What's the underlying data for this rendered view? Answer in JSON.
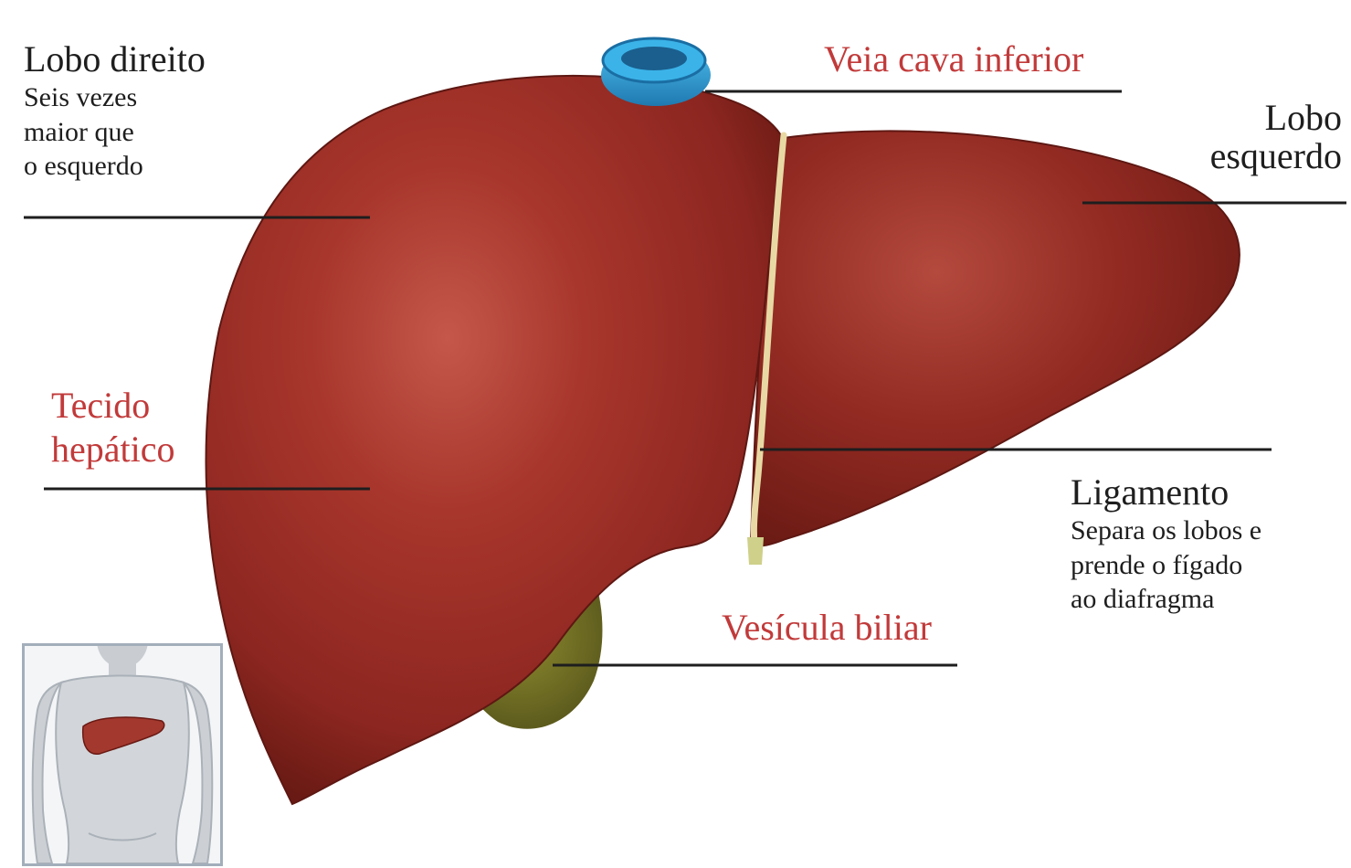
{
  "labels": {
    "lobo_direito": {
      "title": "Lobo direito",
      "desc": [
        "Seis vezes",
        "maior que",
        "o esquerdo"
      ]
    },
    "veia_cava": "Veia cava inferior",
    "lobo_esquerdo": [
      "Lobo",
      "esquerdo"
    ],
    "tecido_hepatico": [
      "Tecido",
      "hepático"
    ],
    "ligamento": {
      "title": "Ligamento",
      "desc": [
        "Separa os lobos e",
        "prende o fígado",
        "ao diafragma"
      ]
    },
    "vesicula_biliar": "Vesícula biliar"
  },
  "colors": {
    "liver": "#8c2620",
    "liver_highlight": "#c4574a",
    "liver_edge": "#5e1712",
    "vena_cava": "#2f9fd6",
    "gallbladder": "#6e6d1e",
    "ligament": "#e8d9a4",
    "red_label": "#c23a3a",
    "leader_line": "#1e1e1e"
  },
  "icons": {
    "inset": "human-torso-liver-location-icon"
  }
}
